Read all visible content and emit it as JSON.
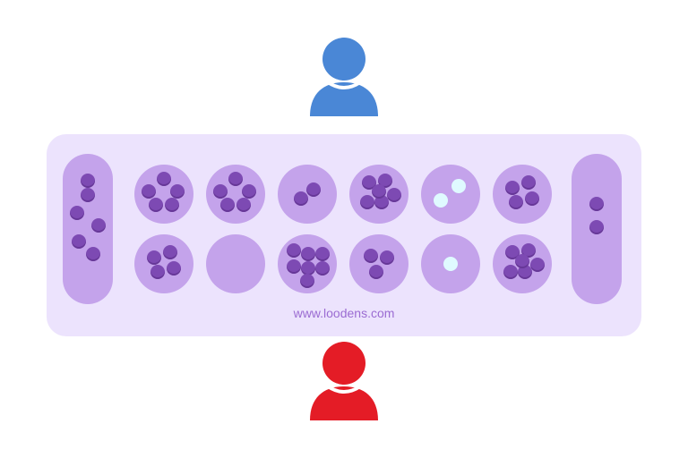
{
  "players": {
    "top": {
      "color": "#4a87d6"
    },
    "bottom": {
      "color": "#e41c26"
    }
  },
  "board": {
    "site_text": "www.loodens.com",
    "colors": {
      "board": "#ece3fd",
      "pit": "#c4a3eb",
      "seed": "#7d4ab3",
      "light_seed": "#dffaff"
    },
    "left_store_seeds": 6,
    "right_store_seeds": 2,
    "top_row": [
      {
        "seeds": 5,
        "light": 0
      },
      {
        "seeds": 5,
        "light": 0
      },
      {
        "seeds": 2,
        "light": 0
      },
      {
        "seeds": 6,
        "light": 0
      },
      {
        "seeds": 0,
        "light": 2
      },
      {
        "seeds": 4,
        "light": 0
      }
    ],
    "bottom_row": [
      {
        "seeds": 4,
        "light": 0
      },
      {
        "seeds": 0,
        "light": 0
      },
      {
        "seeds": 7,
        "light": 0
      },
      {
        "seeds": 3,
        "light": 0
      },
      {
        "seeds": 0,
        "light": 1
      },
      {
        "seeds": 6,
        "light": 0
      }
    ]
  }
}
